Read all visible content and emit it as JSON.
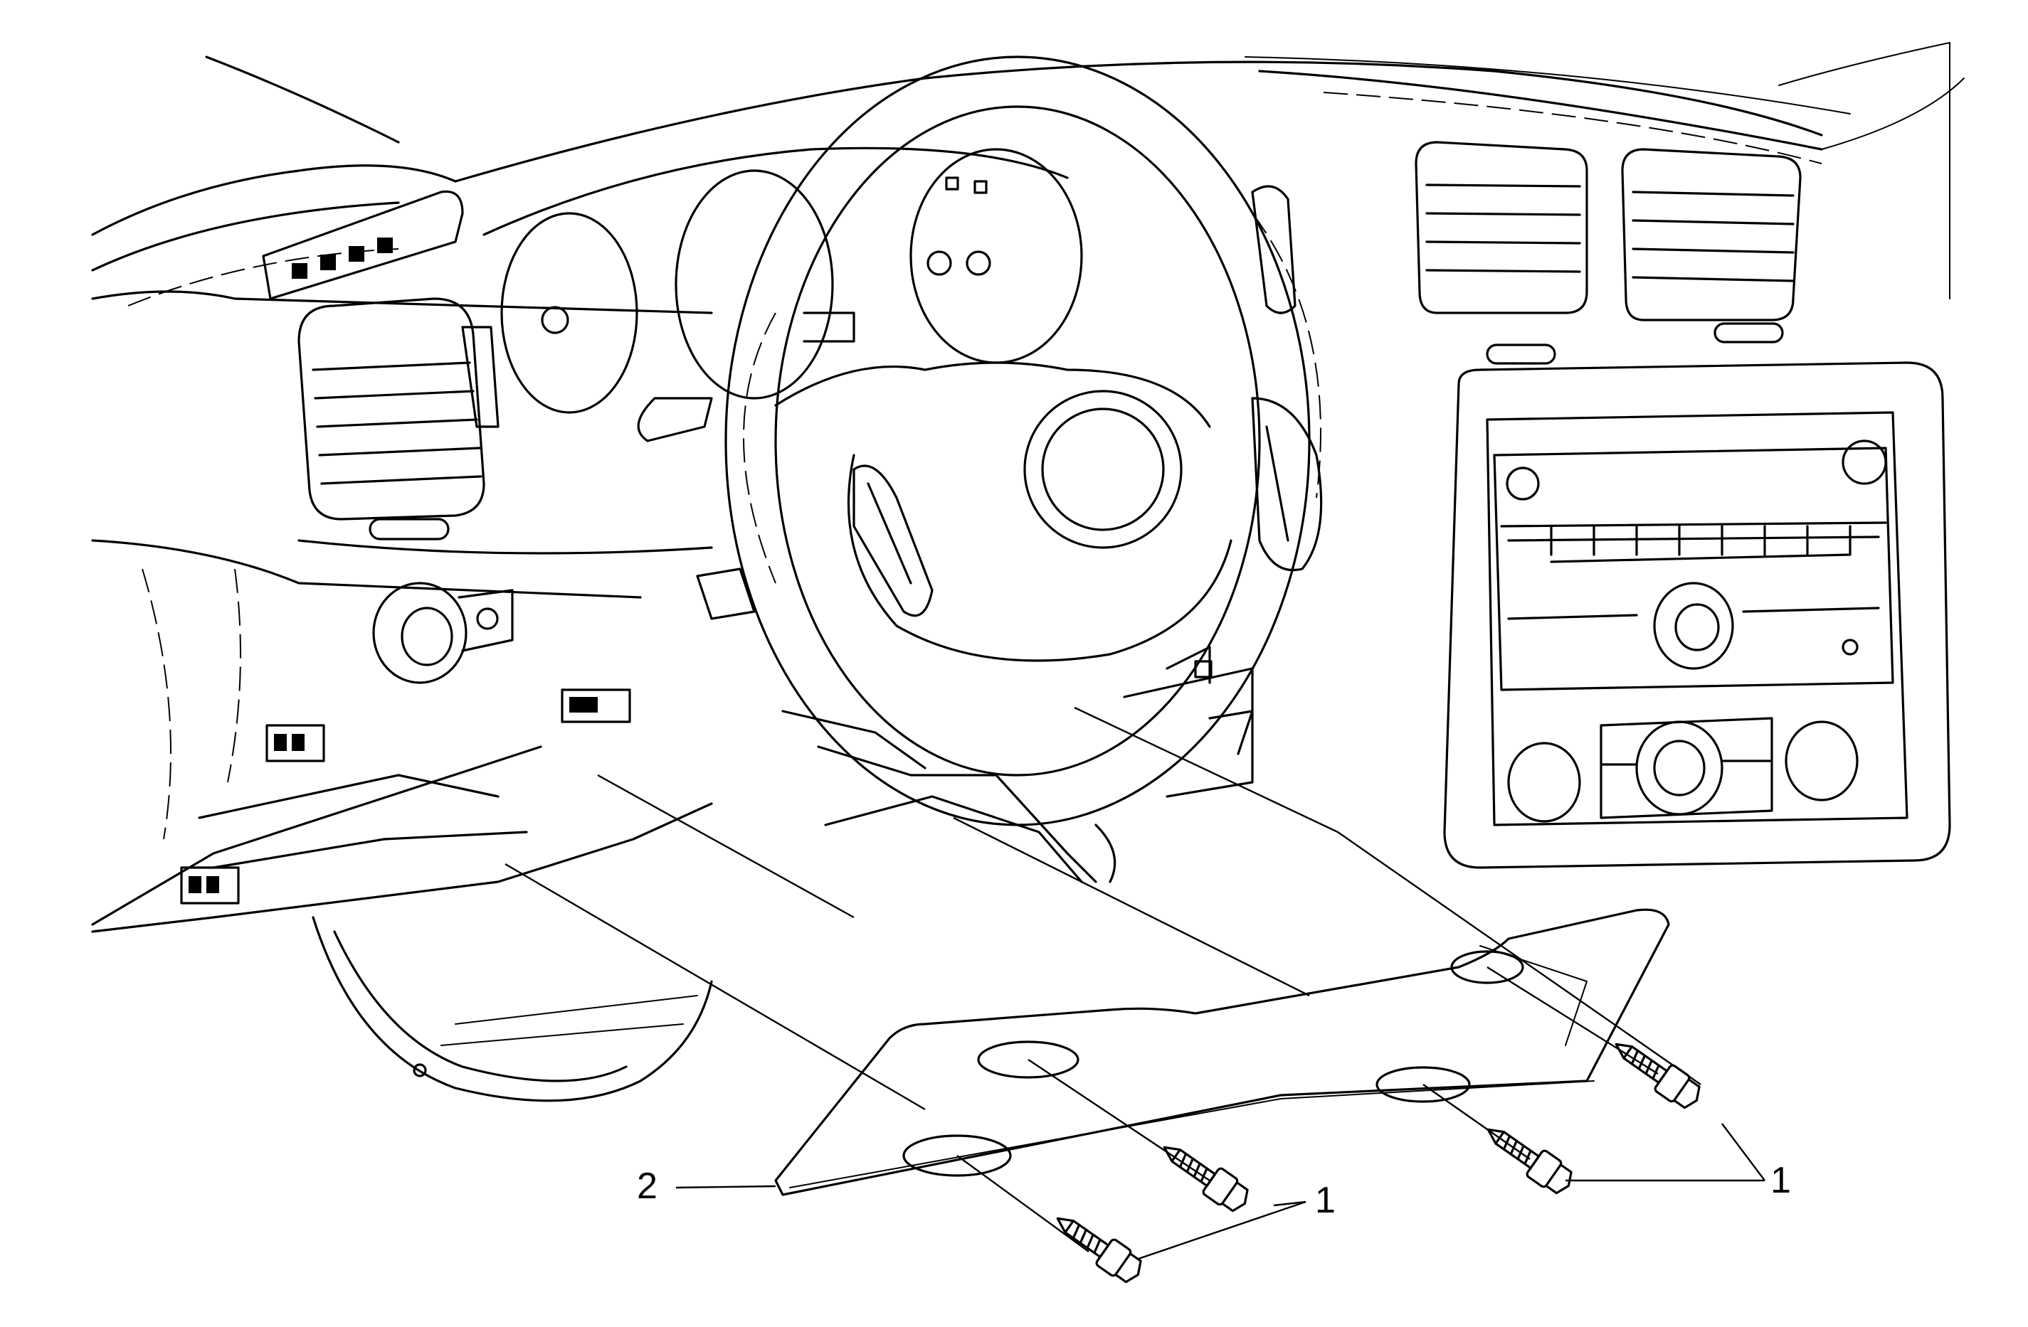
{
  "callouts": [
    {
      "id": "bolt-label-center",
      "text": "1"
    },
    {
      "id": "bolt-label-right",
      "text": "1"
    },
    {
      "id": "panel-label",
      "text": "2"
    }
  ]
}
